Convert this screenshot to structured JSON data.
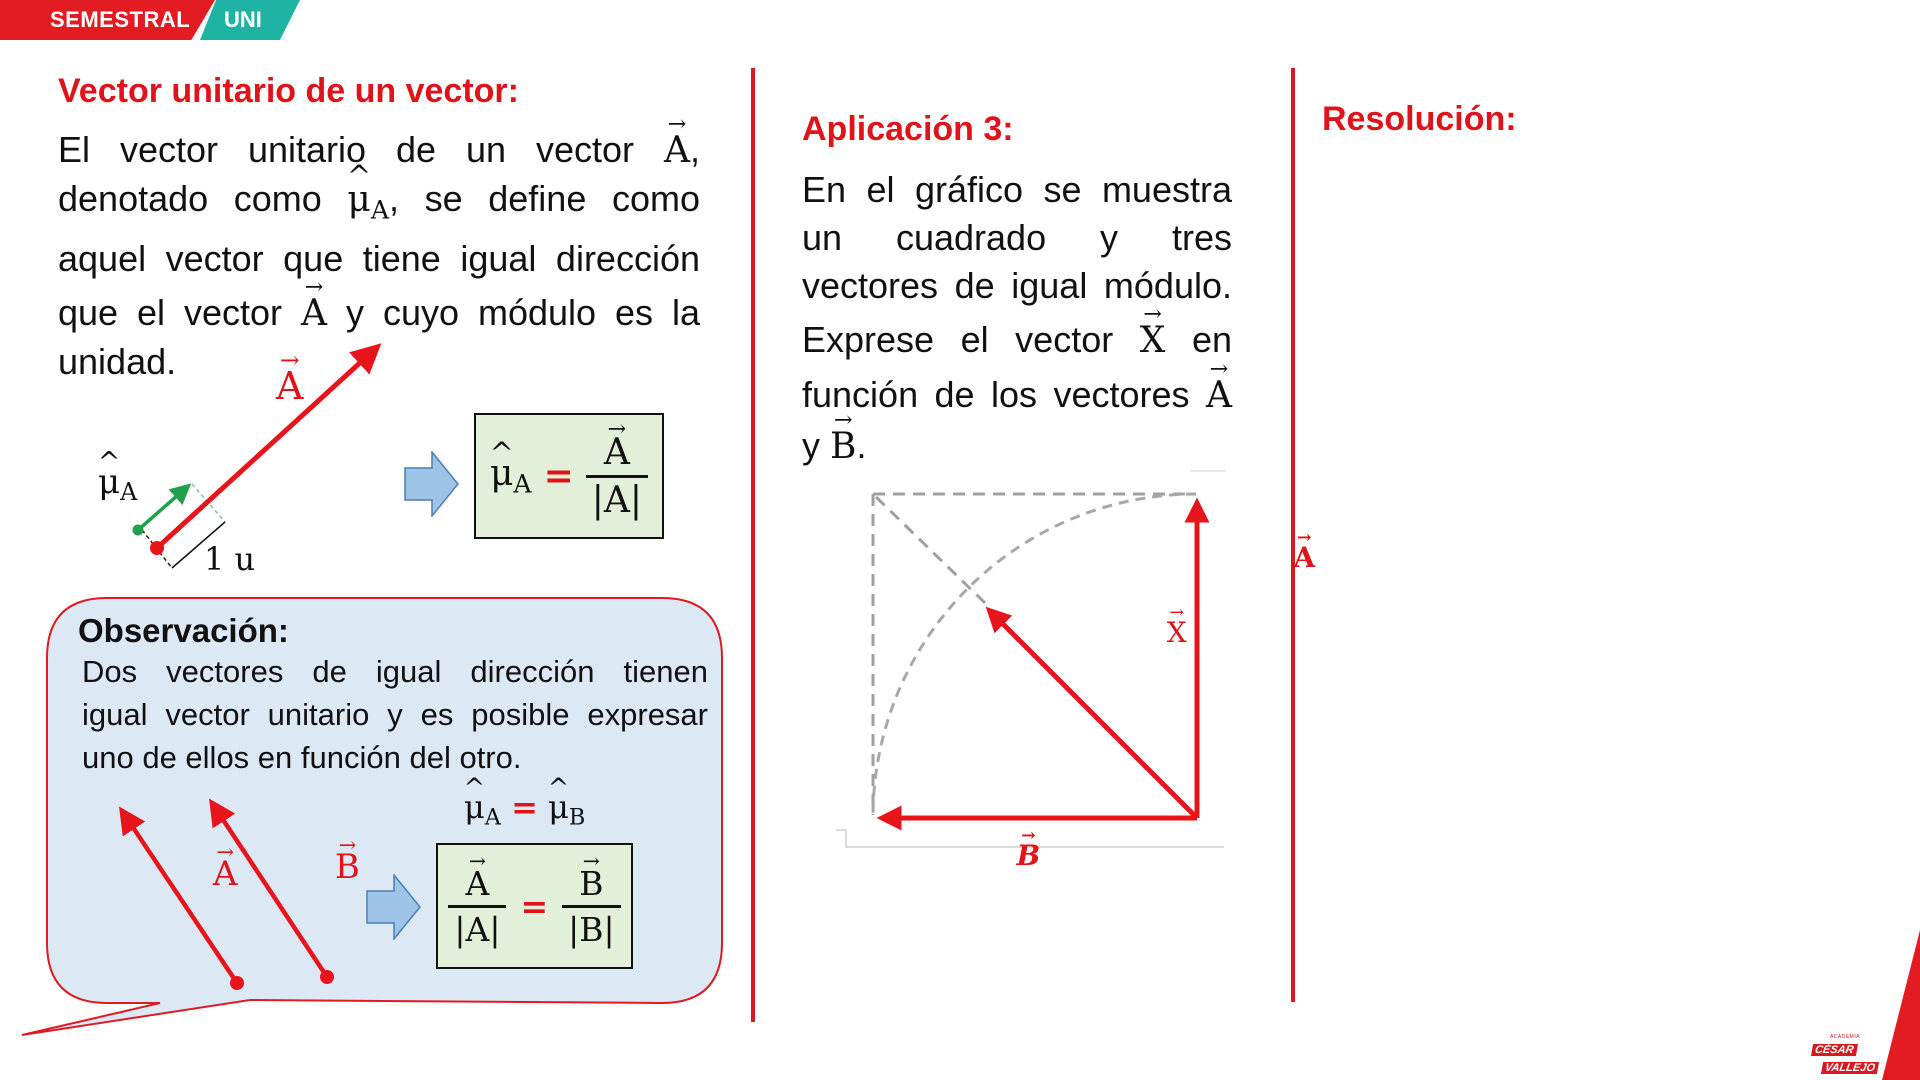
{
  "header": {
    "badge_left": "SEMESTRAL",
    "badge_right": "UNI",
    "colors": {
      "red": "#e31b23",
      "teal": "#1fb3a4",
      "accent_red": "#e0121a"
    }
  },
  "left": {
    "title": "Vector unitario de un vector:",
    "paragraph": {
      "line1_a": "El vector unitario de un vector ",
      "line1_vec": "A",
      "line1_b": ",",
      "line2_a": "denotado como ",
      "line2_hat": "μ",
      "line2_sub": "A",
      "line2_b": ", se define como",
      "line3": "aquel vector que tiene igual dirección",
      "line4_a": "que el vector ",
      "line4_vec": "A",
      "line4_b": " y cuyo módulo es la",
      "line5": "unidad."
    },
    "diagram": {
      "vector_label": "A",
      "unit_label_hat": "μ",
      "unit_label_sub": "A",
      "unit_length": "1 u"
    },
    "formula": {
      "lhs_hat": "μ",
      "lhs_sub": "A",
      "equals": "=",
      "numerator": "A",
      "denominator": "|A|"
    },
    "observation": {
      "title": "Observación:",
      "text_line1": "Dos vectores de igual dirección tienen",
      "text_line2": "igual vector unitario y es posible expresar",
      "text_line3": "uno de ellos en función del otro.",
      "vector_a_label": "A",
      "vector_b_label": "B",
      "relation": {
        "lhs_hat": "μ",
        "lhs_sub": "A",
        "equals": "=",
        "rhs_hat": "μ",
        "rhs_sub": "B"
      },
      "formula": {
        "left_num": "A",
        "left_den": "|A|",
        "equals": "=",
        "right_num": "B",
        "right_den": "|B|"
      }
    }
  },
  "middle": {
    "title": "Aplicación 3:",
    "paragraph": {
      "line1": "En el gráfico se muestra",
      "line2": "un cuadrado y tres",
      "line3": "vectores de igual módulo.",
      "line4_a": "Exprese el vector ",
      "line4_vec": "X",
      "line4_b": " en",
      "line5_a": "función de los vectores ",
      "line5_vec": "A",
      "line6_a": "y ",
      "line6_vec": "B",
      "line6_b": "."
    },
    "diagram": {
      "label_a": "A",
      "label_b": "B",
      "label_x": "X"
    }
  },
  "right": {
    "title": "Resolución:"
  },
  "footer": {
    "logo_small": "ACADEMIA",
    "logo_line1": "CÉSAR",
    "logo_line2": "VALLEJO"
  }
}
